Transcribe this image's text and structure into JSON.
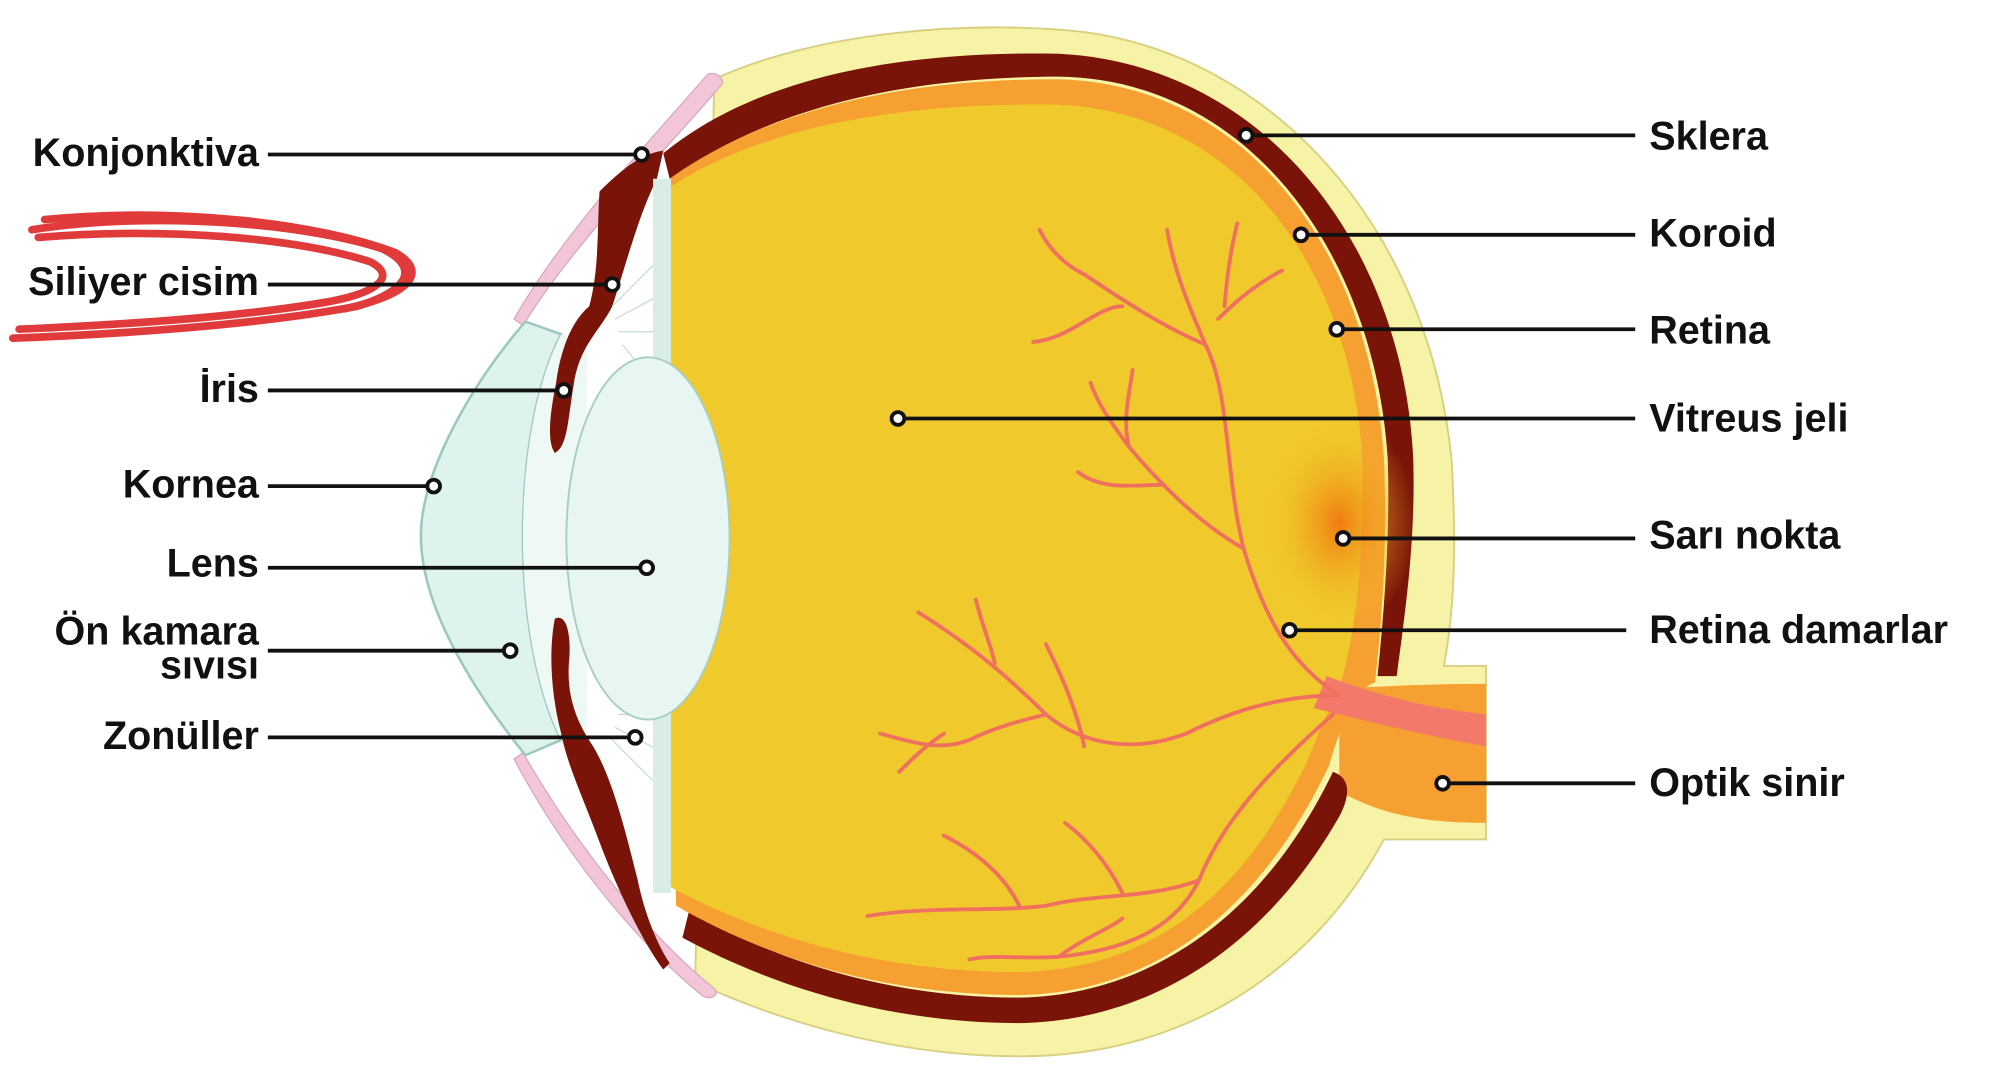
{
  "title": "Eye anatomy diagram",
  "labels_left": [
    {
      "id": "konjonktiva",
      "text": "Konjonktiva"
    },
    {
      "id": "siliyer-cisim",
      "text": "Siliyer cisim"
    },
    {
      "id": "iris",
      "text": "İris"
    },
    {
      "id": "kornea",
      "text": "Kornea"
    },
    {
      "id": "lens",
      "text": "Lens"
    },
    {
      "id": "on-kamara-sivisi",
      "text": "Ön kamara",
      "text2": "sıvısı"
    },
    {
      "id": "zonuller",
      "text": "Zonüller"
    }
  ],
  "labels_right": [
    {
      "id": "sklera",
      "text": "Sklera"
    },
    {
      "id": "koroid",
      "text": "Koroid"
    },
    {
      "id": "retina",
      "text": "Retina"
    },
    {
      "id": "vitreus-jeli",
      "text": "Vitreus jeli"
    },
    {
      "id": "sari-nokta",
      "text": "Sarı nokta"
    },
    {
      "id": "retina-damarlar",
      "text": "Retina damarlar"
    },
    {
      "id": "optik-sinir",
      "text": "Optik sinir"
    }
  ],
  "colors": {
    "sclera": "#f7f3a6",
    "choroid": "#7a1408",
    "retina": "#f5a030",
    "vitreous": "#f0c92c",
    "lens": "#e8f6f2",
    "cornea": "#dff3ee",
    "conjunctiva": "#f2c6d8",
    "vessel": "#f07060",
    "annotation": "#e03a3a"
  }
}
